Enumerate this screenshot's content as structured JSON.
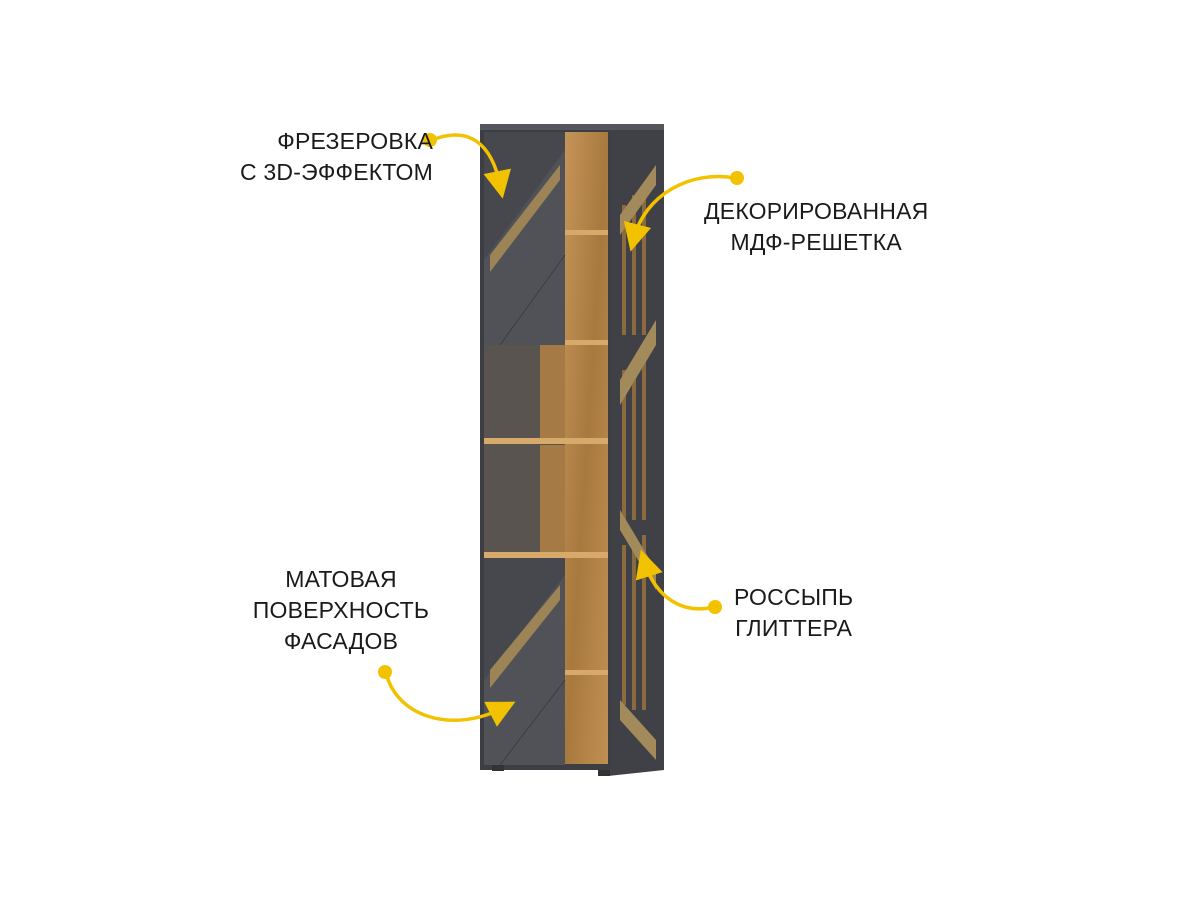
{
  "annotations": [
    {
      "id": "milling",
      "lines": [
        "ФРЕЗЕРОВКА",
        "С  3D-ЭФФЕКТОМ"
      ]
    },
    {
      "id": "grille",
      "lines": [
        "ДЕКОРИРОВАННАЯ",
        "МДФ-РЕШЕТКА"
      ]
    },
    {
      "id": "matte",
      "lines": [
        "МАТОВАЯ",
        "ПОВЕРХНОСТЬ",
        "ФАСАДОВ"
      ]
    },
    {
      "id": "glitter",
      "lines": [
        "РОССЫПЬ",
        "ГЛИТТЕРА"
      ]
    }
  ],
  "colors": {
    "accent": "#f2c200",
    "body": "#4a4c51",
    "wood": "#b8884f",
    "text": "#1a1a1a"
  }
}
